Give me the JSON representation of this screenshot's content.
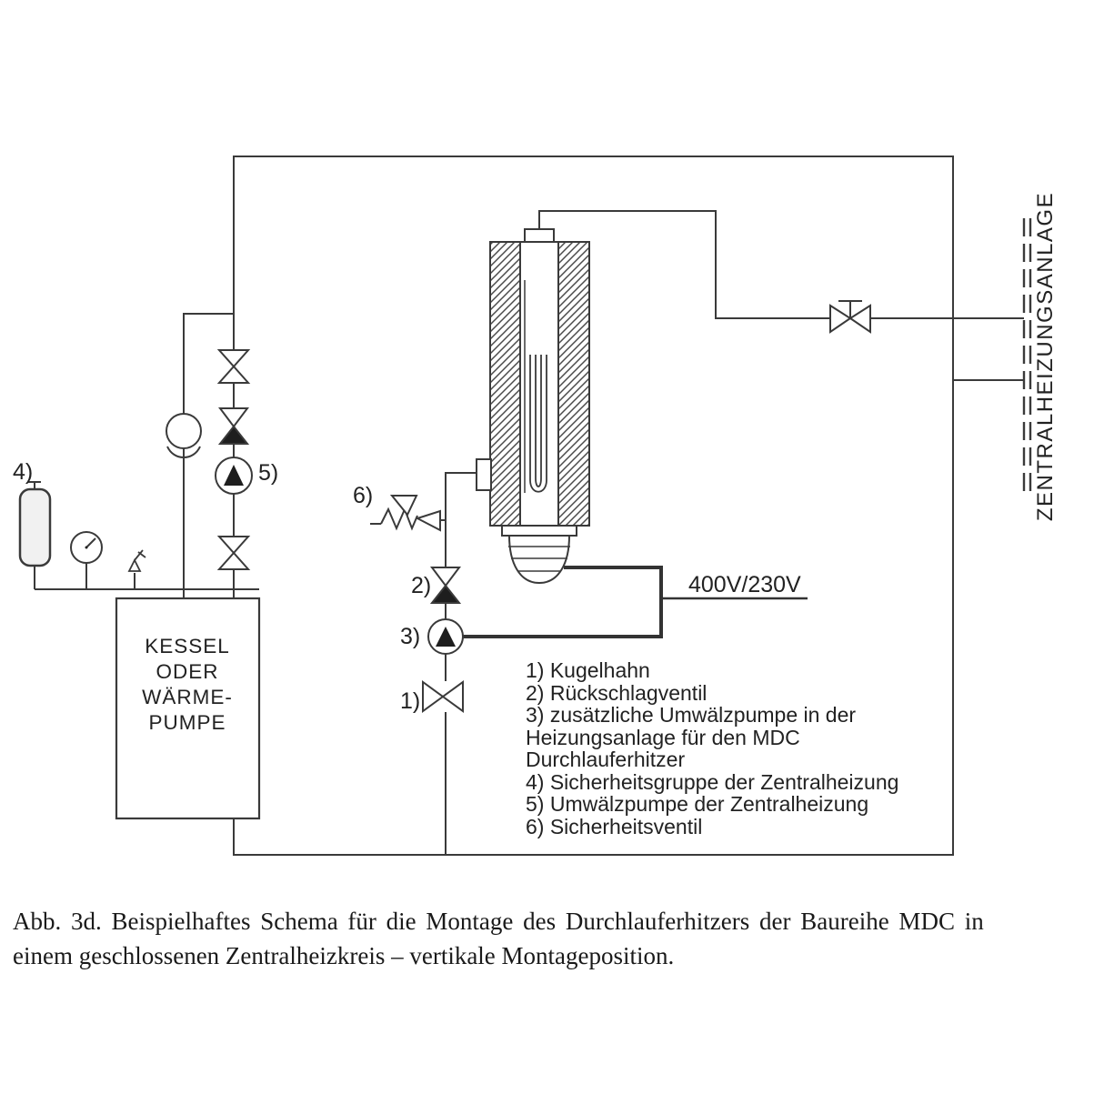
{
  "figure": {
    "caption_line1": "Abb. 3d. Beispielhaftes Schema für die Montage des Durchlauferhitzers der Baureihe MDC in",
    "caption_line2": "einem geschlossenen Zentralheizkreis – vertikale Montageposition."
  },
  "labels": {
    "power_supply": "400V/230V",
    "central_heating_system": "ZENTRALHEIZUNGSANLAGE",
    "boiler_line1": "KESSEL",
    "boiler_line2": "ODER",
    "boiler_line3": "WÄRME-",
    "boiler_line4": "PUMPE",
    "ref_1": "1)",
    "ref_2": "2)",
    "ref_3": "3)",
    "ref_4": "4)",
    "ref_5": "5)",
    "ref_6": "6)"
  },
  "legend": {
    "items": [
      "1) Kugelhahn",
      "2) Rückschlagventil",
      "3) zusätzliche Umwälzpumpe in der",
      "Heizungsanlage für den MDC",
      "Durchlauferhitzer",
      "4) Sicherheitsgruppe der Zentralheizung",
      "5) Umwälzpumpe der Zentralheizung",
      "6) Sicherheitsventil"
    ]
  },
  "colors": {
    "line": "#3a3a3a",
    "text": "#222222",
    "background": "#ffffff"
  }
}
